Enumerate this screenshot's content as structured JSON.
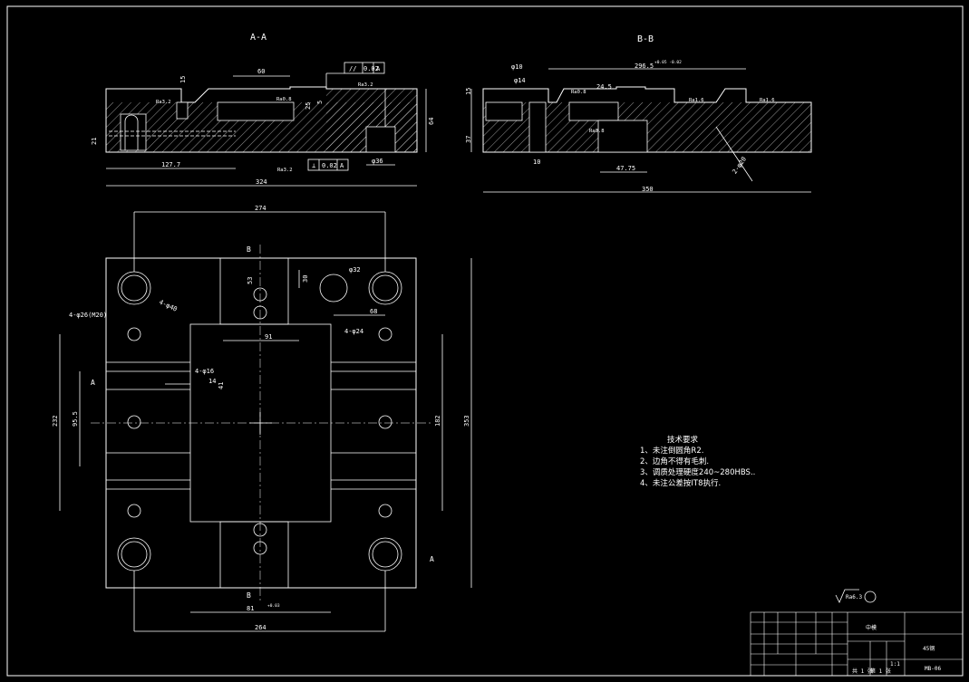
{
  "section_aa": {
    "title": "A-A",
    "dims": {
      "d60": "60",
      "d1277": "127.7",
      "d324": "324",
      "d64": "64",
      "d21": "21",
      "d15": "15",
      "d5": "5",
      "d25": "25",
      "d36": "φ36"
    },
    "flatness_top": {
      "symbol": "//",
      "value": "0.02",
      "datum": "A"
    },
    "flatness_bottom": {
      "symbol": "⊥",
      "value": "0.02",
      "datum": "A"
    },
    "roughness": [
      "Ra3.2",
      "Ra0.8",
      "Ra3.2",
      "Ra3.2"
    ]
  },
  "section_bb": {
    "title": "B-B",
    "dims": {
      "d2965": "296.5",
      "d350": "350",
      "d4775": "47.75",
      "d10": "φ10",
      "d14": "φ14",
      "d245": "24.5",
      "d15": "15",
      "d37": "37",
      "d10b": "10",
      "d20": "2-φ20"
    },
    "tol_2965": "+0.05 -0.02",
    "roughness": [
      "Ra0.8",
      "Ra1.6",
      "Ra1.6",
      "Ra0.8"
    ]
  },
  "plan_view": {
    "dims": {
      "w274": "274",
      "w264": "264",
      "h232": "232",
      "h353": "353",
      "h182": "182",
      "h955": "95.5",
      "d68": "68",
      "d30": "30",
      "d14": "14",
      "d53": "53",
      "d32": "φ32",
      "d91": "91",
      "d81": "81",
      "c40": "4-φ40",
      "c26": "4-φ26(M20)",
      "c24": "4-φ24",
      "c16": "4-φ16",
      "s41": "41",
      "tol": "+0.03"
    },
    "section_marks": [
      "A",
      "A",
      "B",
      "B"
    ]
  },
  "tech_notes": {
    "title": "技术要求",
    "items": [
      "1、未注倒圆角R2.",
      "2、边角不得有毛刺.",
      "3、调质处理硬度240~280HBS..",
      "4、未注公差按IT8执行."
    ]
  },
  "general_roughness": "Ra6.3",
  "title_block": {
    "part_name": "中模",
    "material": "45钢",
    "drawing_no": "MB-06",
    "scale": "1:1",
    "sheet": "第 1 张",
    "sheets_total": "共 1 张"
  },
  "colors": {
    "bg": "#000000",
    "line": "#ffffff",
    "hatch": "#ffffff",
    "accent": "#ffff00",
    "green": "#00ff00"
  }
}
